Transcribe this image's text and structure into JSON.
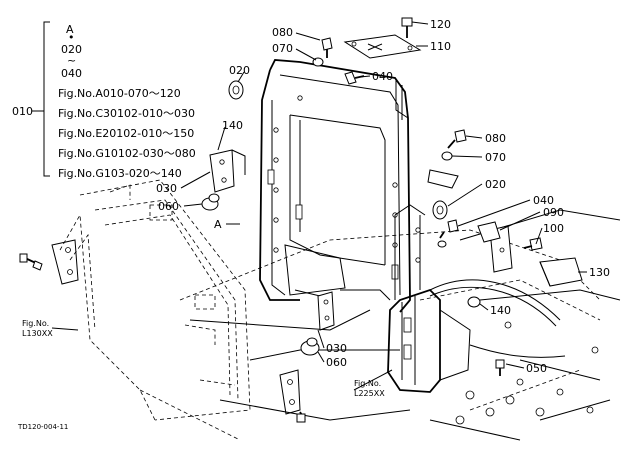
{
  "refs": {
    "r010": "010",
    "r020a": "020",
    "r020b": "020",
    "r030a": "030",
    "r030b": "030",
    "r040a": "040",
    "r040b": "040",
    "r050": "050",
    "r060a": "060",
    "r060b": "060",
    "r070a": "070",
    "r070b": "070",
    "r080a": "080",
    "r080b": "080",
    "r090": "090",
    "r100": "100",
    "r110": "110",
    "r120": "120",
    "r130": "130",
    "r140a": "140",
    "r140b": "140",
    "markerA": "A"
  },
  "bracket_list": {
    "head": "A",
    "line1": "020",
    "tilde": "~",
    "line2": "040",
    "line3": "Fig.No.A010-070～120",
    "line4": "Fig.No.C30102-010～030",
    "line5": "Fig.No.E20102-010～150",
    "line6": "Fig.No.G10102-030～080",
    "line7": "Fig.No.G103-020～140"
  },
  "fig_refs": {
    "left_a": "Fig.No.",
    "left_b": "L130XX",
    "right_a": "Fig.No.",
    "right_b": "L225XX"
  },
  "drawing_code": "TD120-004-11"
}
